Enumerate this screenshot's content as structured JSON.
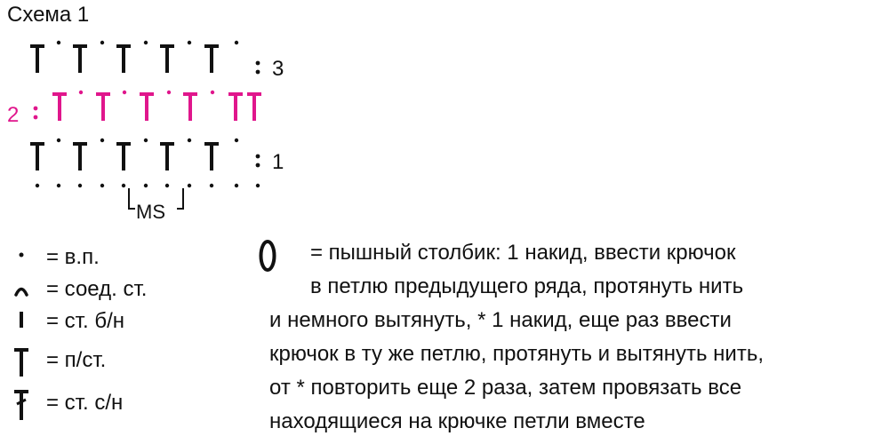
{
  "title": "Схема 1",
  "chart": {
    "rows": [
      {
        "number": "3",
        "color": "#111111"
      },
      {
        "number": "2",
        "color": "#e0168c"
      },
      {
        "number": "1",
        "color": "#111111"
      }
    ],
    "ms_label": "MS",
    "colors": {
      "black": "#111111",
      "magenta": "#e0168c"
    }
  },
  "legend": [
    {
      "symbol": "chain-dot-icon",
      "text": "= в.п."
    },
    {
      "symbol": "slip-stitch-icon",
      "text": "= соед. ст."
    },
    {
      "symbol": "single-crochet-icon",
      "text": "= ст. б/н"
    },
    {
      "symbol": "half-double-crochet-icon",
      "text": "= п/ст."
    },
    {
      "symbol": "double-crochet-icon",
      "text": "= ст. с/н"
    }
  ],
  "note": {
    "symbol": "puff-stitch-icon",
    "lines": [
      "= пышный столбик: 1 накид, ввести крючок",
      "в петлю предыдущего ряда, протянуть нить",
      "и немного вытянуть, * 1 накид, еще раз ввести",
      "крючок в ту же петлю, протянуть и вытянуть нить,",
      "от * повторить еще 2 раза, затем провязать все",
      "находящиеся на крючке петли вместе"
    ]
  }
}
